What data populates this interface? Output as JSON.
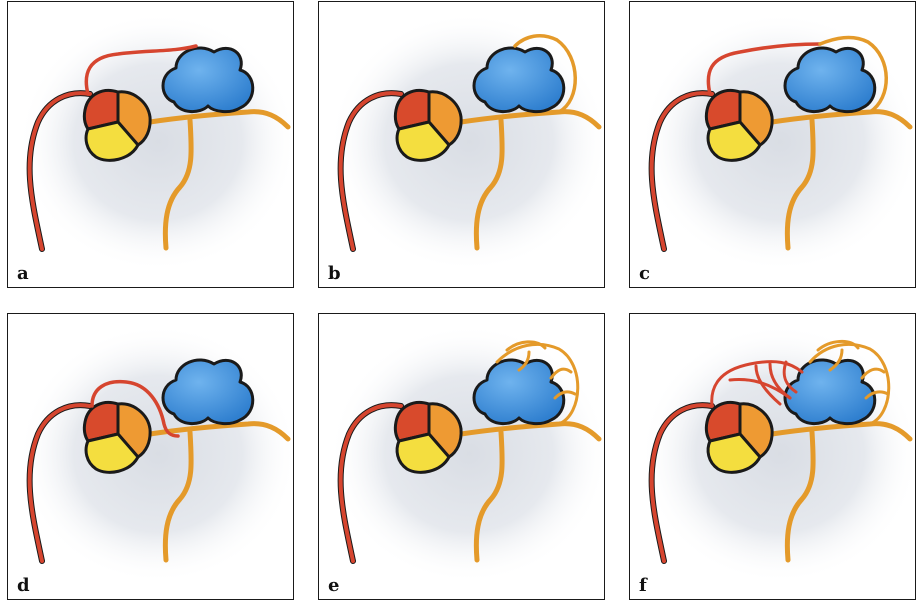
{
  "panels": [
    {
      "label": "a"
    },
    {
      "label": "b"
    },
    {
      "label": "c"
    },
    {
      "label": "d"
    },
    {
      "label": "e"
    },
    {
      "label": "f"
    }
  ],
  "colors": {
    "red_vessel": "#d6452f",
    "orange_vessel": "#f0a93a",
    "blue_organ": "#3e8fdc",
    "red_lobe": "#d84a2c",
    "orange_lobe": "#ee9a33",
    "yellow_lobe": "#f4de3f",
    "background_glow": "#e6e9ee"
  }
}
